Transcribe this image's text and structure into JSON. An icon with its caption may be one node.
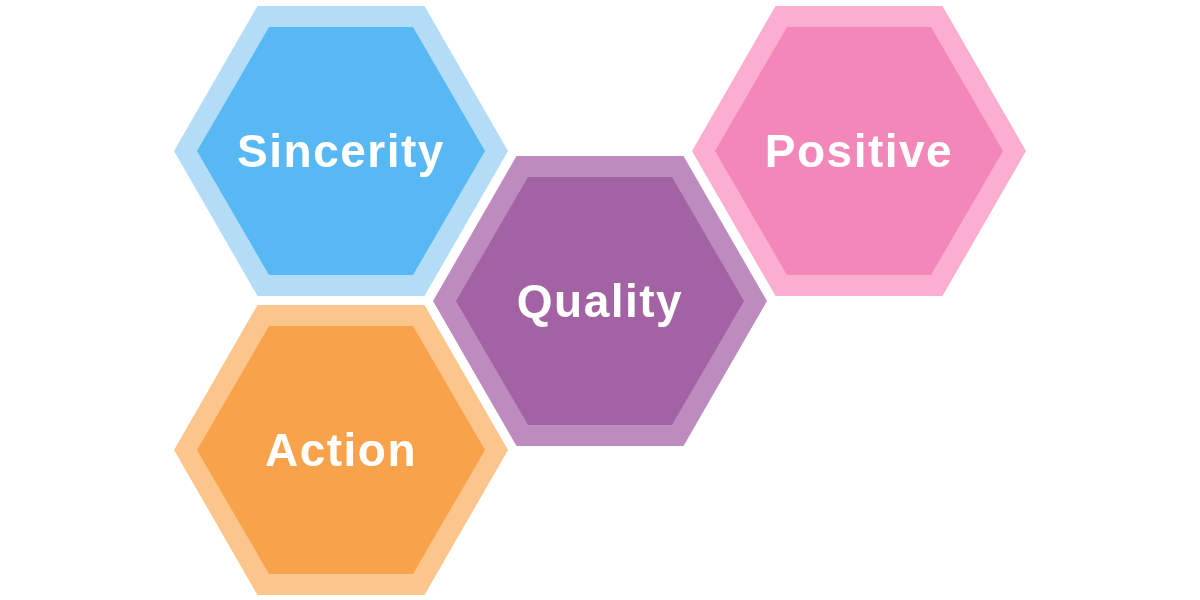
{
  "diagram": {
    "nodes": [
      {
        "text": [
          "Sincerity"
        ]
      },
      {
        "text": [
          "Positive"
        ]
      },
      {
        "text": [
          "Quality"
        ]
      },
      {
        "text": [
          "Action"
        ]
      }
    ]
  }
}
